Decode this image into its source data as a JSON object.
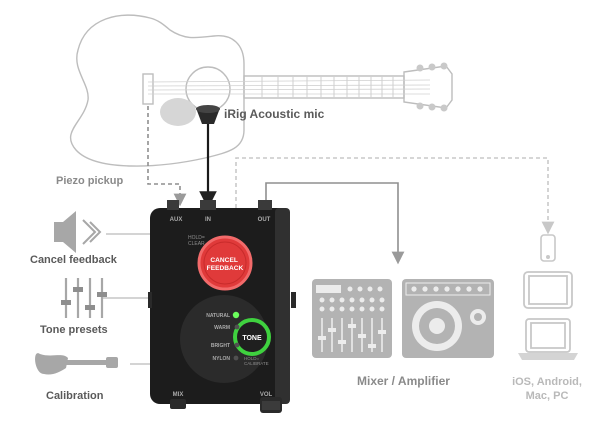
{
  "labels": {
    "mic": "iRig Acoustic mic",
    "piezo": "Piezo pickup",
    "cancel_feedback": "Cancel feedback",
    "tone_presets": "Tone presets",
    "calibration": "Calibration",
    "mixer_amplifier": "Mixer / Amplifier",
    "devices_line1": "iOS, Android,",
    "devices_line2": "Mac, PC"
  },
  "device": {
    "port_aux": "AUX",
    "port_in": "IN",
    "port_out": "OUT",
    "hold_clear": "HOLD=\nCLEAR",
    "cancel_line1": "CANCEL",
    "cancel_line2": "FEEDBACK",
    "tone": "TONE",
    "presets": [
      "NATURAL",
      "WARM",
      "BRIGHT",
      "NYLON"
    ],
    "hold_calibrate": "HOLD=\nCALIBRATE",
    "mix": "MIX",
    "vol": "VOL"
  },
  "colors": {
    "cancel_button": "#e03a3a",
    "tone_button": "#3fd13f",
    "gray_illustration": "#b3b3b3",
    "device_body": "#1c1c1c"
  }
}
